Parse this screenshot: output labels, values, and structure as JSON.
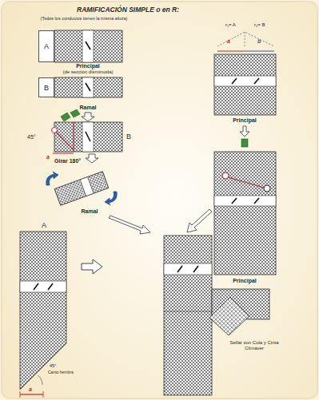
{
  "diagram": {
    "title": "RAMIFICACIÓN SIMPLE o en R:",
    "nodes": [
      {
        "text": [
          "A"
        ]
      },
      {
        "text": [
          "B"
        ]
      }
    ],
    "labels": [
      "(Todos los conductos tienen la misma altura)",
      "Principal",
      "(de sección disminuida)",
      "Ramal",
      "45°",
      "a",
      "B",
      "Girar 180°",
      "Ramal",
      "r₁= A",
      "r₂= B",
      "a",
      "b",
      "Principal",
      "Principal",
      "Sellar con Cola y Cinta Climaver",
      "A",
      "45°",
      "Canto hembra",
      "a"
    ]
  }
}
